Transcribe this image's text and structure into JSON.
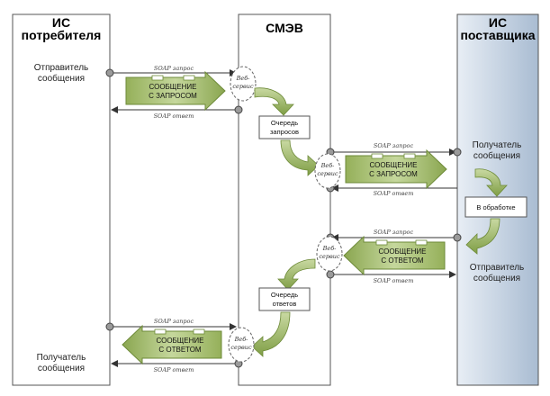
{
  "columns": {
    "consumer": [
      "ИС",
      "потребителя"
    ],
    "smev": "СМЭВ",
    "provider": [
      "ИС",
      "поставщика"
    ]
  },
  "labels": {
    "sender_consumer": [
      "Отправитель",
      "сообщения"
    ],
    "receiver_consumer": [
      "Получатель",
      "сообщения"
    ],
    "receiver_provider": [
      "Получатель",
      "сообщения"
    ],
    "sender_provider": [
      "Отправитель",
      "сообщения"
    ]
  },
  "soap": {
    "request": "SOAP запрос",
    "response": "SOAP ответ"
  },
  "web_service": [
    "Веб-",
    "сервис"
  ],
  "messages": {
    "request": [
      "СООБЩЕНИЕ",
      "С ЗАПРОСОМ"
    ],
    "response": [
      "СООБЩЕНИЕ",
      "С ОТВЕТОМ"
    ]
  },
  "boxes": {
    "request_queue": [
      "Очередь",
      "запросов"
    ],
    "response_queue": [
      "Очередь",
      "ответов"
    ],
    "processing": "В обработке"
  },
  "colors": {
    "arrow_green": "#8aa650",
    "arrow_green_light": "#c7d69e",
    "provider_panel_top": "#eef3f8",
    "provider_panel_bottom": "#aebfd3",
    "border": "#555555"
  }
}
